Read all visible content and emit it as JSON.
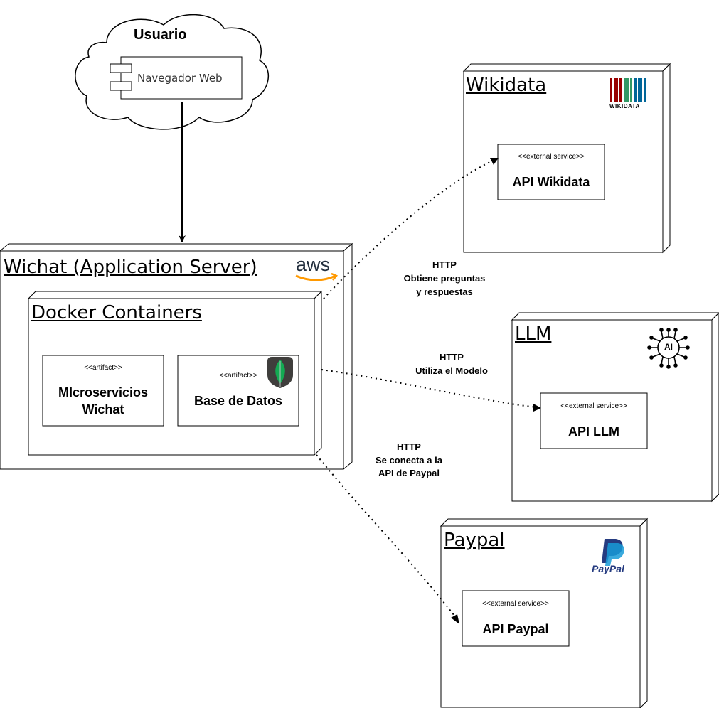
{
  "user": {
    "title": "Usuario",
    "browser": "Navegador Web"
  },
  "app_server": {
    "title": "Wichat (Application Server)",
    "logo": "aws-logo",
    "logo_text": "aws",
    "containers": {
      "title": "Docker Containers",
      "artifacts": [
        {
          "stereotype": "<<artifact>>",
          "name_line1": "MIcroservicios",
          "name_line2": "Wichat"
        },
        {
          "stereotype": "<<artifact>>",
          "name": "Base de Datos",
          "icon": "mongodb-leaf-icon"
        }
      ]
    }
  },
  "wikidata": {
    "title": "Wikidata",
    "logo": "wikidata-logo",
    "logo_text": "WIKIDATA",
    "service": {
      "stereotype": "<<external service>>",
      "name": "API Wikidata"
    }
  },
  "llm": {
    "title": "LLM",
    "logo": "ai-brain-icon",
    "logo_text": "AI",
    "service": {
      "stereotype": "<<external service>>",
      "name": "API LLM"
    }
  },
  "paypal": {
    "title": "Paypal",
    "logo": "paypal-logo",
    "logo_text": "PayPal",
    "service": {
      "stereotype": "<<external service>>",
      "name": "API Paypal"
    }
  },
  "edges": {
    "wikidata": {
      "line1": "HTTP",
      "line2": "Obtiene preguntas",
      "line3": "y respuestas"
    },
    "llm": {
      "line1": "HTTP",
      "line2": "Utiliza el Modelo"
    },
    "paypal": {
      "line1": "HTTP",
      "line2": "Se conecta a la",
      "line3": "API de Paypal"
    }
  },
  "colors": {
    "wikidata_red": "#990000",
    "wikidata_green": "#339966",
    "wikidata_blue": "#006699",
    "mongodb_green": "#13aa52",
    "mongodb_dark": "#3f3e3c",
    "aws_orange": "#ff9900",
    "paypal_dark": "#253b80",
    "paypal_light": "#179bd7"
  }
}
